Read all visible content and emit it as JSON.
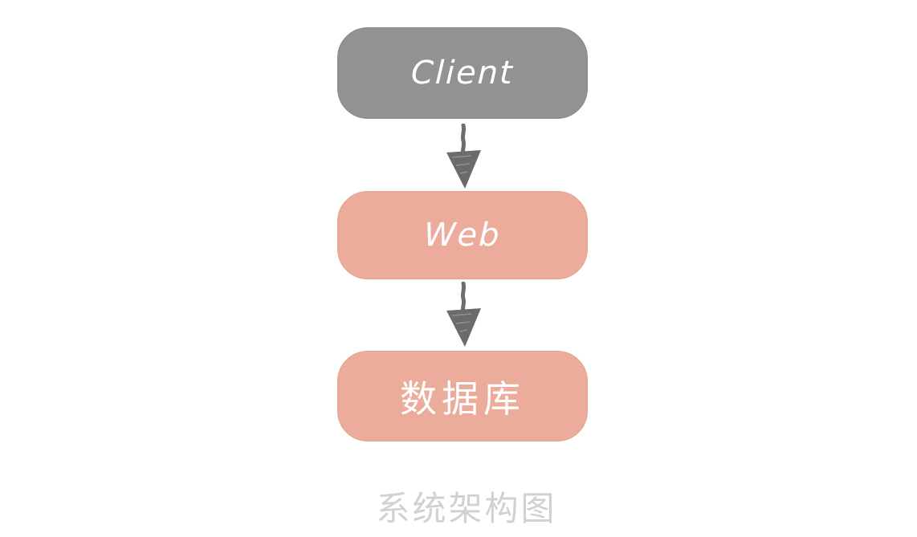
{
  "diagram": {
    "type": "flowchart",
    "background": "#ffffff",
    "caption": "系统架构图",
    "caption_color": "#d1d1d1",
    "nodes": [
      {
        "id": "client",
        "label": "Client",
        "fill": "#929292",
        "text_color": "#ffffff",
        "shape": "rounded-rect"
      },
      {
        "id": "web",
        "label": "Web",
        "fill": "#ebac9b",
        "text_color": "#ffffff",
        "shape": "rounded-rect"
      },
      {
        "id": "database",
        "label": "数据库",
        "fill": "#ebac9b",
        "text_color": "#ffffff",
        "shape": "rounded-rect"
      }
    ],
    "edges": [
      {
        "from": "client",
        "to": "web",
        "style": "hand-drawn-arrow-down",
        "color": "#6d6d6d"
      },
      {
        "from": "web",
        "to": "database",
        "style": "hand-drawn-arrow-down",
        "color": "#6d6d6d"
      }
    ]
  }
}
